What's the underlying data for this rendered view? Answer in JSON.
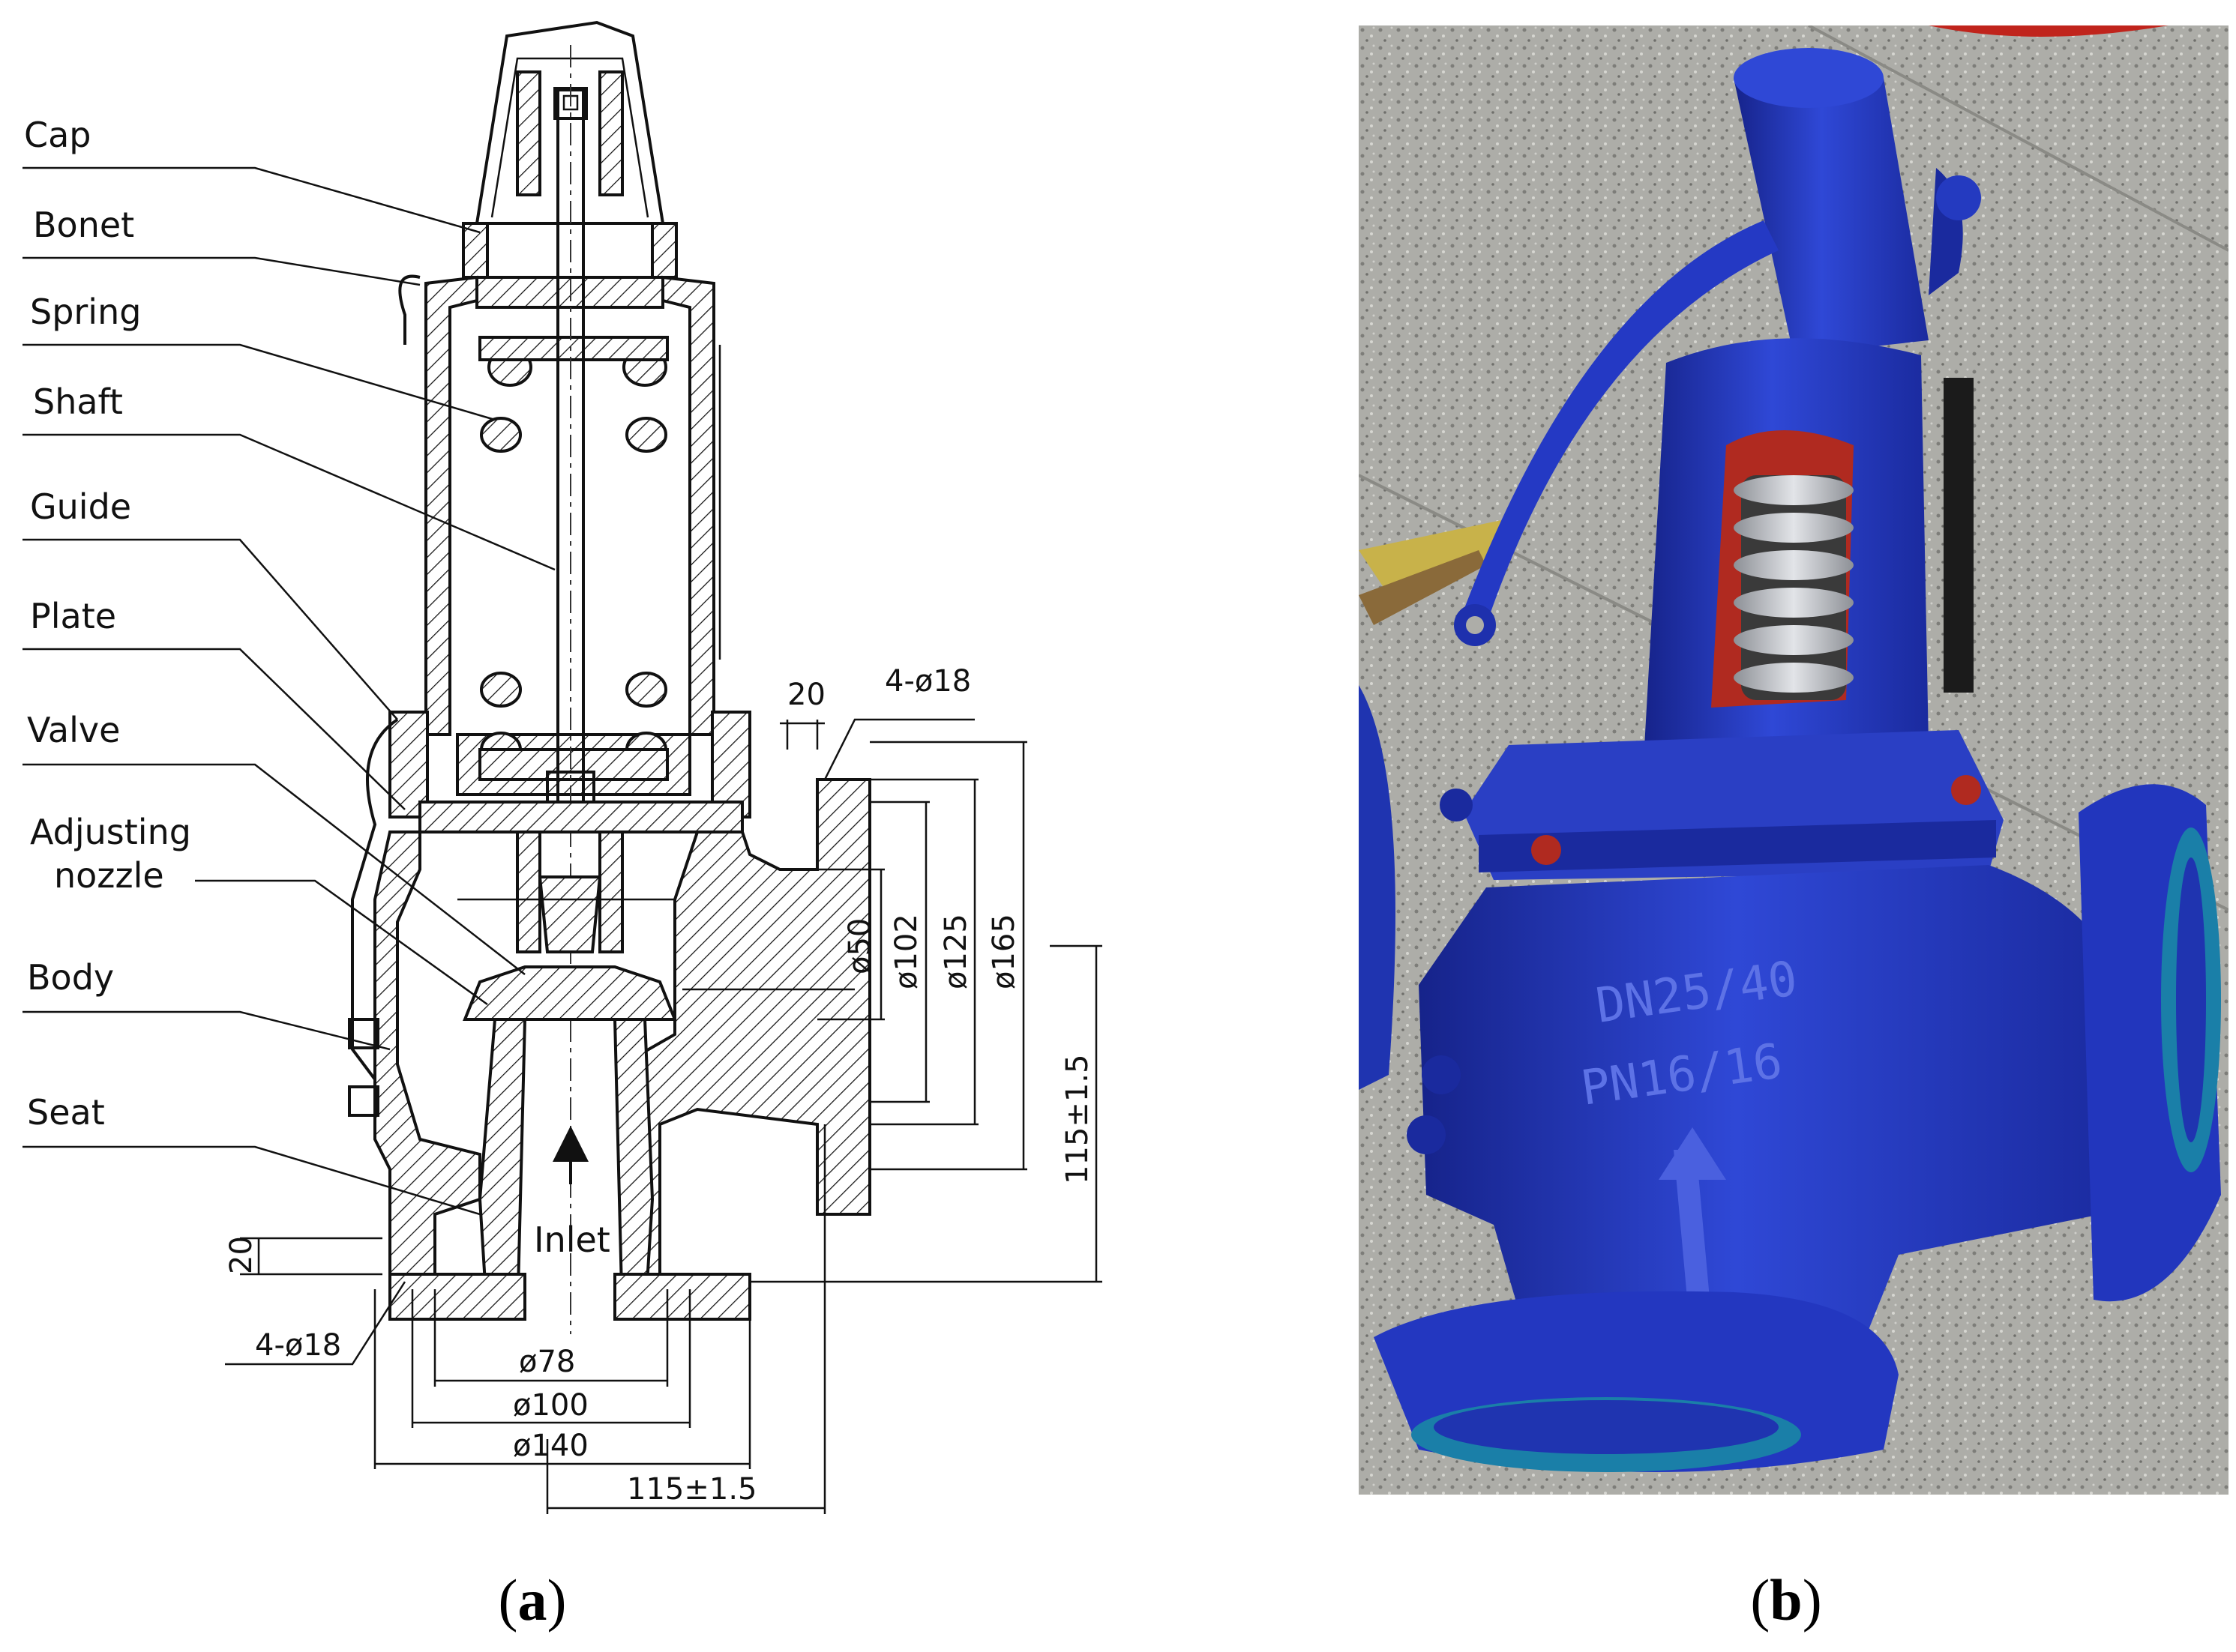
{
  "drawing": {
    "labels": [
      {
        "key": "cap",
        "text": "Cap"
      },
      {
        "key": "bonet",
        "text": "Bonet"
      },
      {
        "key": "spring",
        "text": "Spring"
      },
      {
        "key": "shaft",
        "text": "Shaft"
      },
      {
        "key": "guide",
        "text": "Guide"
      },
      {
        "key": "plate",
        "text": "Plate"
      },
      {
        "key": "valve",
        "text": "Valve"
      },
      {
        "key": "adjusting",
        "text": "Adjusting"
      },
      {
        "key": "nozzle",
        "text": "nozzle"
      },
      {
        "key": "body",
        "text": "Body"
      },
      {
        "key": "seat",
        "text": "Seat"
      }
    ],
    "inlet_label": "Inlet",
    "dimensions": {
      "flange_thickness_top": "20",
      "bolt_holes_top": "4-ø18",
      "bolt_holes_bottom": "4-ø18",
      "flange_thickness_bottom": "20",
      "d50": "ø50",
      "d102": "ø102",
      "d125": "ø125",
      "d165": "ø165",
      "height": "115±1.5",
      "d78": "ø78",
      "d100": "ø100",
      "d140": "ø140",
      "offset": "115±1.5"
    }
  },
  "photo": {
    "cast_text_line1": "DN25/40",
    "cast_text_line2": "PN16/16",
    "colors": {
      "valve_blue": "#2a3fc4",
      "valve_blue_dark": "#16238a",
      "spring_silver": "#c9ccd1",
      "interior_red": "#b02a20",
      "floor_granite": "#a9a9a4"
    }
  },
  "captions": {
    "a_open": "(",
    "a_letter": "a",
    "a_close": ")",
    "b_open": "(",
    "b_letter": "b",
    "b_close": ")"
  }
}
